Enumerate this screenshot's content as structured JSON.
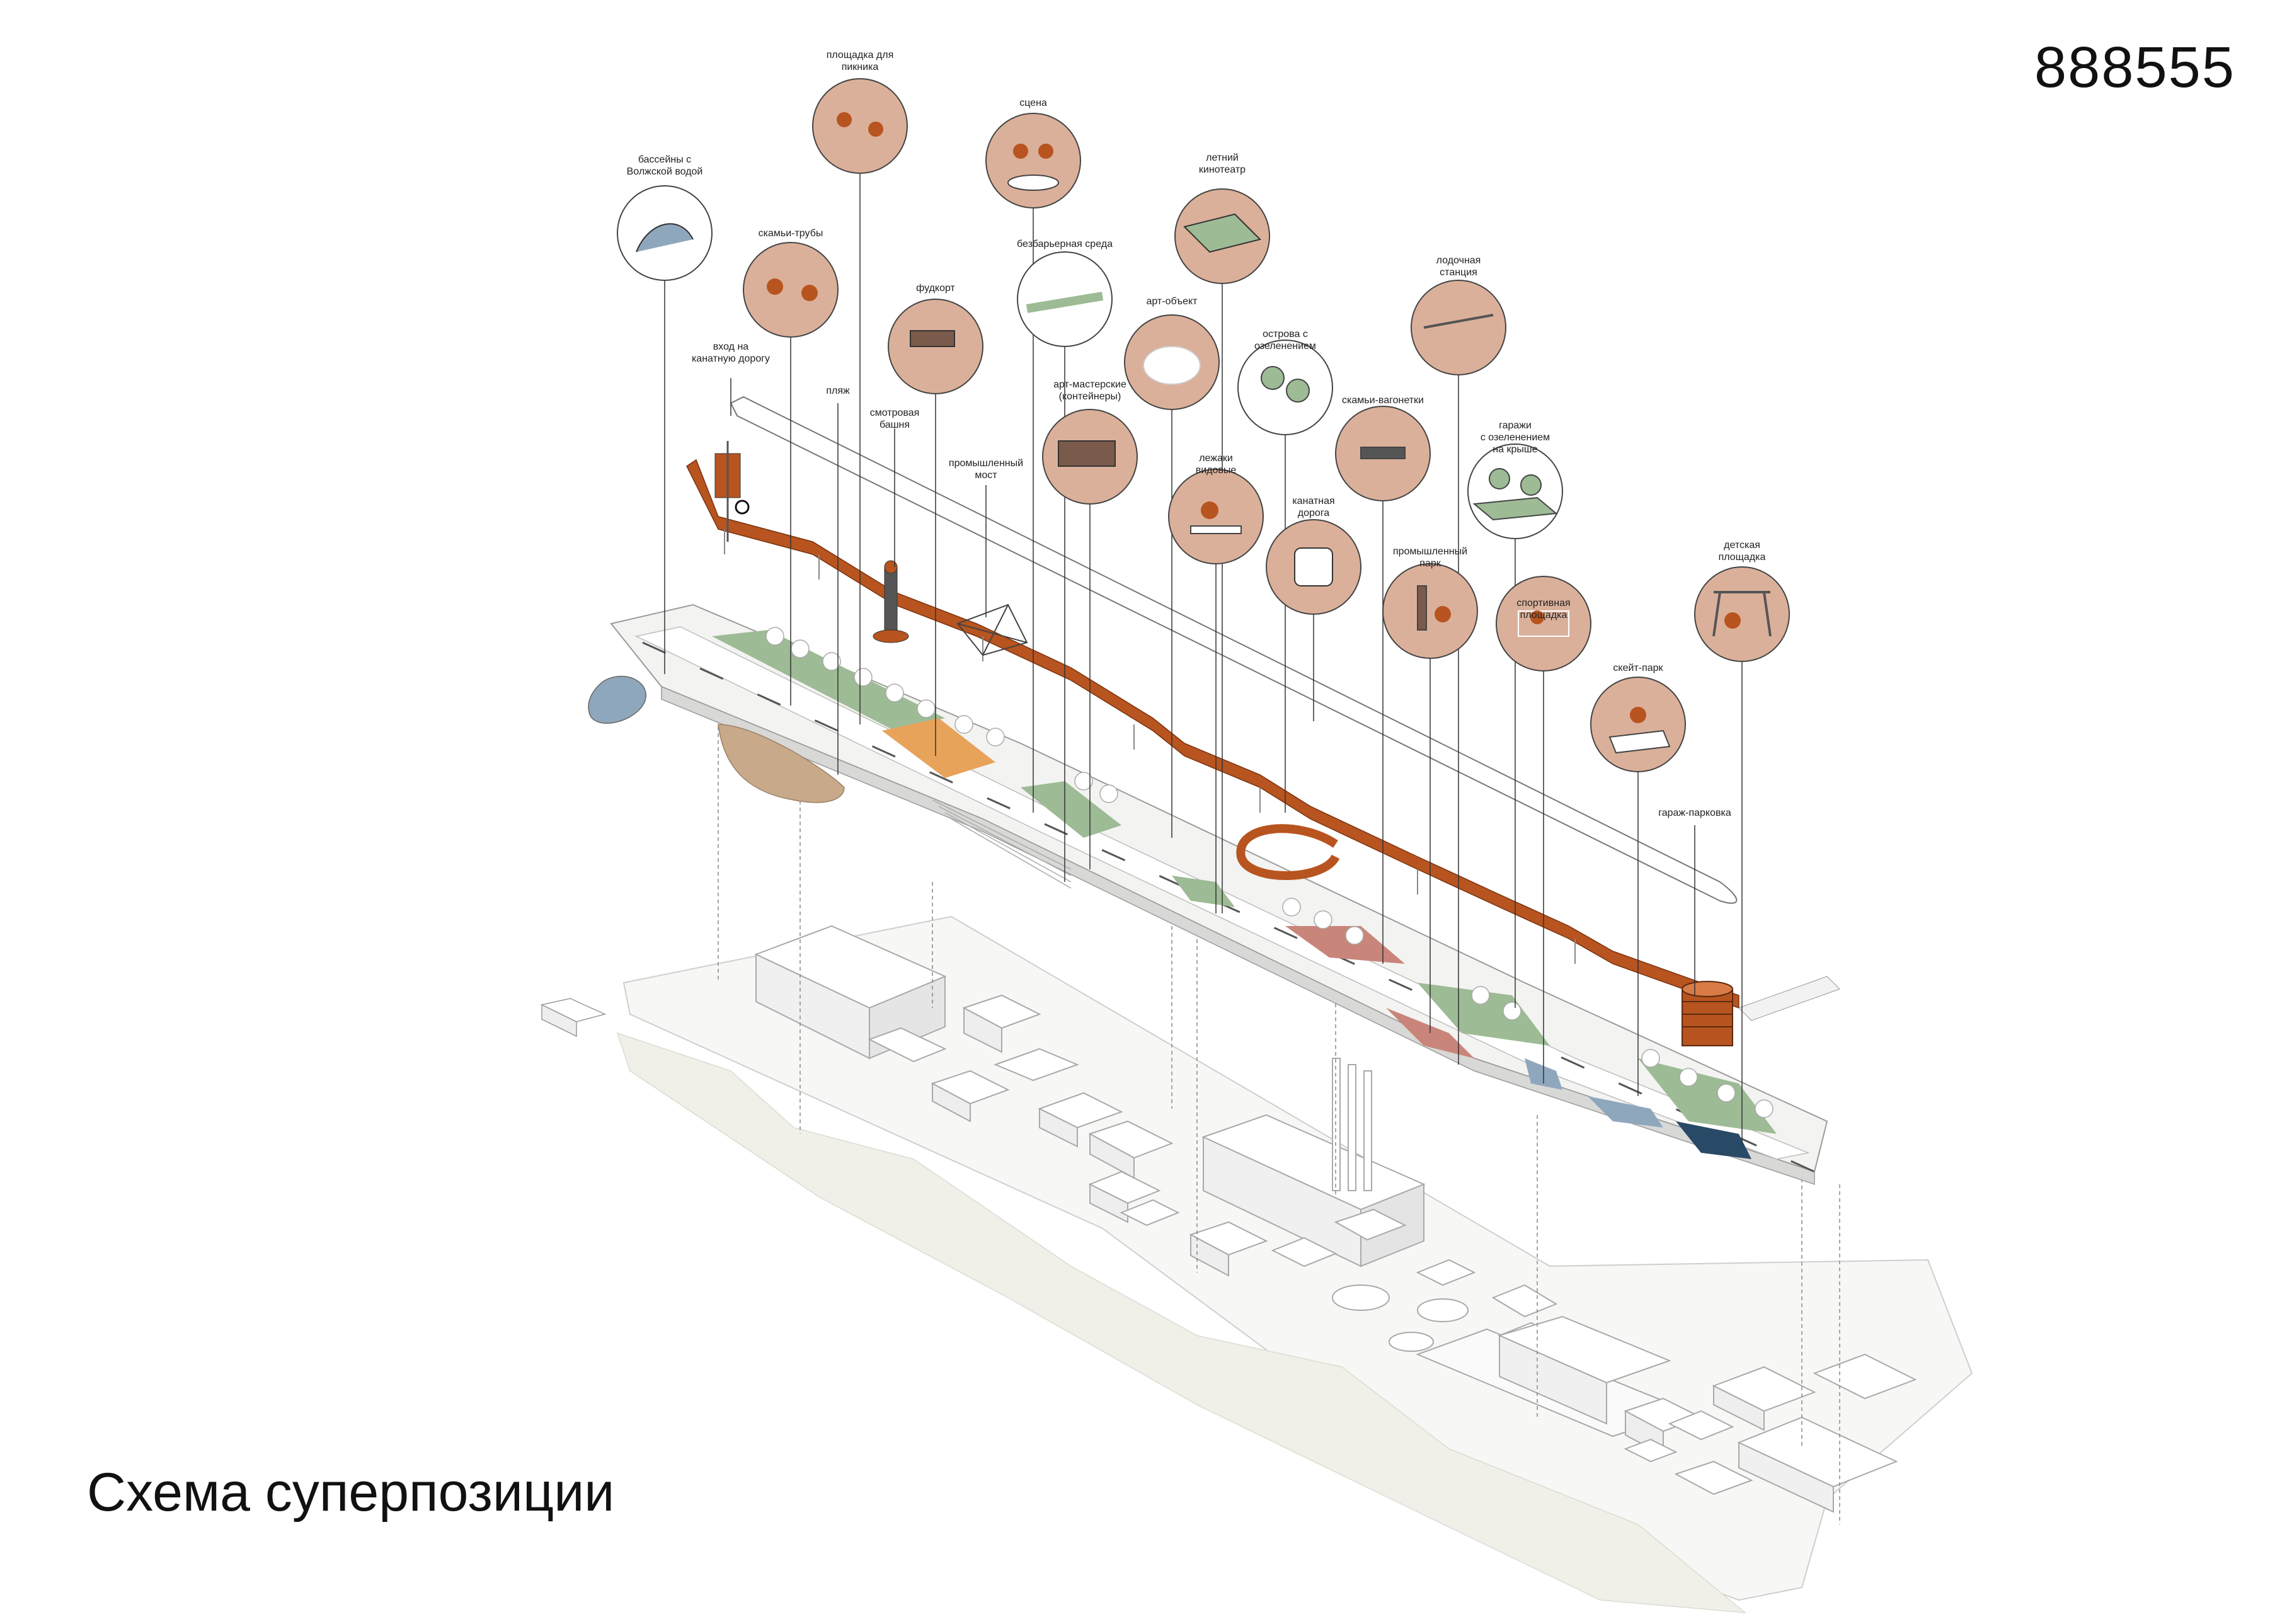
{
  "code": "888555",
  "title": "Схема суперпозиции",
  "colors": {
    "accent": "#b8541f",
    "bubble": "#dbb09a",
    "green": "#8fae87",
    "water": "#8fa7bd",
    "sand": "#c8aa8a"
  },
  "labels": [
    {
      "id": "pools",
      "lines": [
        "бассейны с",
        "Волжской водой"
      ],
      "style": "white"
    },
    {
      "id": "picnic",
      "lines": [
        "площадка для",
        "пикника"
      ],
      "style": "tan"
    },
    {
      "id": "benches_pipes",
      "lines": [
        "скамьи-трубы"
      ],
      "style": "tan"
    },
    {
      "id": "entry",
      "lines": [
        "вход на",
        "канатную дорогу"
      ],
      "style": "none"
    },
    {
      "id": "beach",
      "lines": [
        "пляж"
      ],
      "style": "none"
    },
    {
      "id": "tower",
      "lines": [
        "смотровая",
        "башня"
      ],
      "style": "none"
    },
    {
      "id": "foodcourt",
      "lines": [
        "фудкорт"
      ],
      "style": "tan"
    },
    {
      "id": "stage",
      "lines": [
        "сцена"
      ],
      "style": "tan"
    },
    {
      "id": "barrierfree",
      "lines": [
        "безбарьерная среда"
      ],
      "style": "white"
    },
    {
      "id": "bridge",
      "lines": [
        "промышленный",
        "мост"
      ],
      "style": "none"
    },
    {
      "id": "workshops",
      "lines": [
        "арт-мастерские",
        "(контейнеры)"
      ],
      "style": "tan"
    },
    {
      "id": "cinema",
      "lines": [
        "летний",
        "кинотеатр"
      ],
      "style": "tan"
    },
    {
      "id": "artobj",
      "lines": [
        "арт-объект"
      ],
      "style": "tan"
    },
    {
      "id": "loungers",
      "lines": [
        "лежаки",
        "видовые"
      ],
      "style": "tan"
    },
    {
      "id": "islands",
      "lines": [
        "острова с",
        "озеленением"
      ],
      "style": "white"
    },
    {
      "id": "cablecar",
      "lines": [
        "канатная",
        "дорога"
      ],
      "style": "tan"
    },
    {
      "id": "boat",
      "lines": [
        "лодочная",
        "станция"
      ],
      "style": "tan"
    },
    {
      "id": "wagons",
      "lines": [
        "скамьи-вагонетки"
      ],
      "style": "tan"
    },
    {
      "id": "indpark",
      "lines": [
        "промышленный",
        "парк"
      ],
      "style": "tan"
    },
    {
      "id": "garages",
      "lines": [
        "гаражи",
        "с озеленением",
        "на крыше"
      ],
      "style": "white"
    },
    {
      "id": "sport",
      "lines": [
        "спортивная",
        "площадка"
      ],
      "style": "tan"
    },
    {
      "id": "kids",
      "lines": [
        "детская",
        "площадка"
      ],
      "style": "tan"
    },
    {
      "id": "skate",
      "lines": [
        "скейт-парк"
      ],
      "style": "tan"
    },
    {
      "id": "parking",
      "lines": [
        "гараж-парковка"
      ],
      "style": "none"
    }
  ]
}
